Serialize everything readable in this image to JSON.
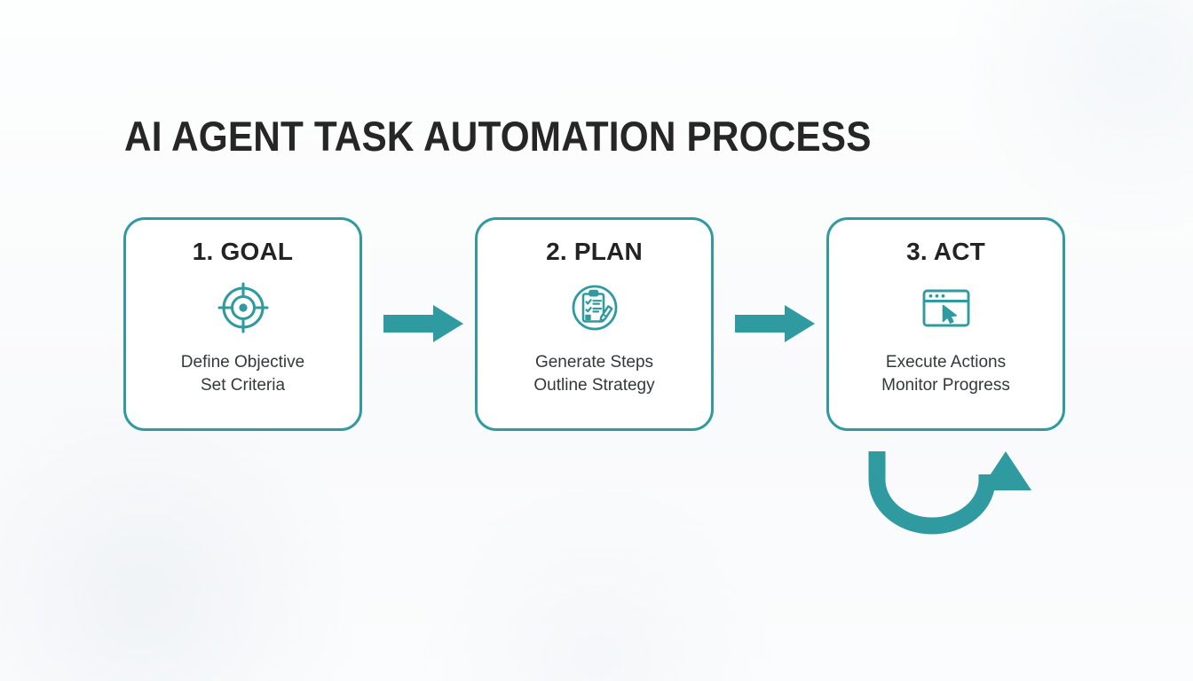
{
  "page": {
    "title": "AI AGENT TASK AUTOMATION PROCESS",
    "background_color": "#fbfcfd",
    "accent_color": "#2f9ba1",
    "heading_color": "#262626",
    "body_text_color": "#33383b"
  },
  "steps": [
    {
      "heading": "1. GOAL",
      "icon": "target-icon",
      "lines": [
        "Define Objective",
        "Set Criteria"
      ]
    },
    {
      "heading": "2. PLAN",
      "icon": "clipboard-checklist-pencil-icon",
      "lines": [
        "Generate Steps",
        "Outline Strategy"
      ]
    },
    {
      "heading": "3. ACT",
      "icon": "browser-window-cursor-icon",
      "lines": [
        "Execute Actions",
        "Monitor Progress"
      ]
    }
  ],
  "connectors": {
    "flow_arrow_1": "right-arrow-icon",
    "flow_arrow_2": "right-arrow-icon",
    "feedback_loop": "curved-loop-arrow-icon"
  }
}
